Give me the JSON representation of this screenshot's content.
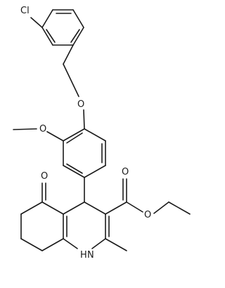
{
  "molecule": {
    "atoms": {
      "chlorine": "Cl",
      "ether_oxygen": "O",
      "methoxy_oxygen": "O",
      "ketone_oxygen": "O",
      "carbonyl_oxygen": "O",
      "ester_oxygen": "O",
      "amine": "H\nN"
    }
  },
  "colors": {
    "bond": "#1a1a1a",
    "background": "#ffffff"
  }
}
